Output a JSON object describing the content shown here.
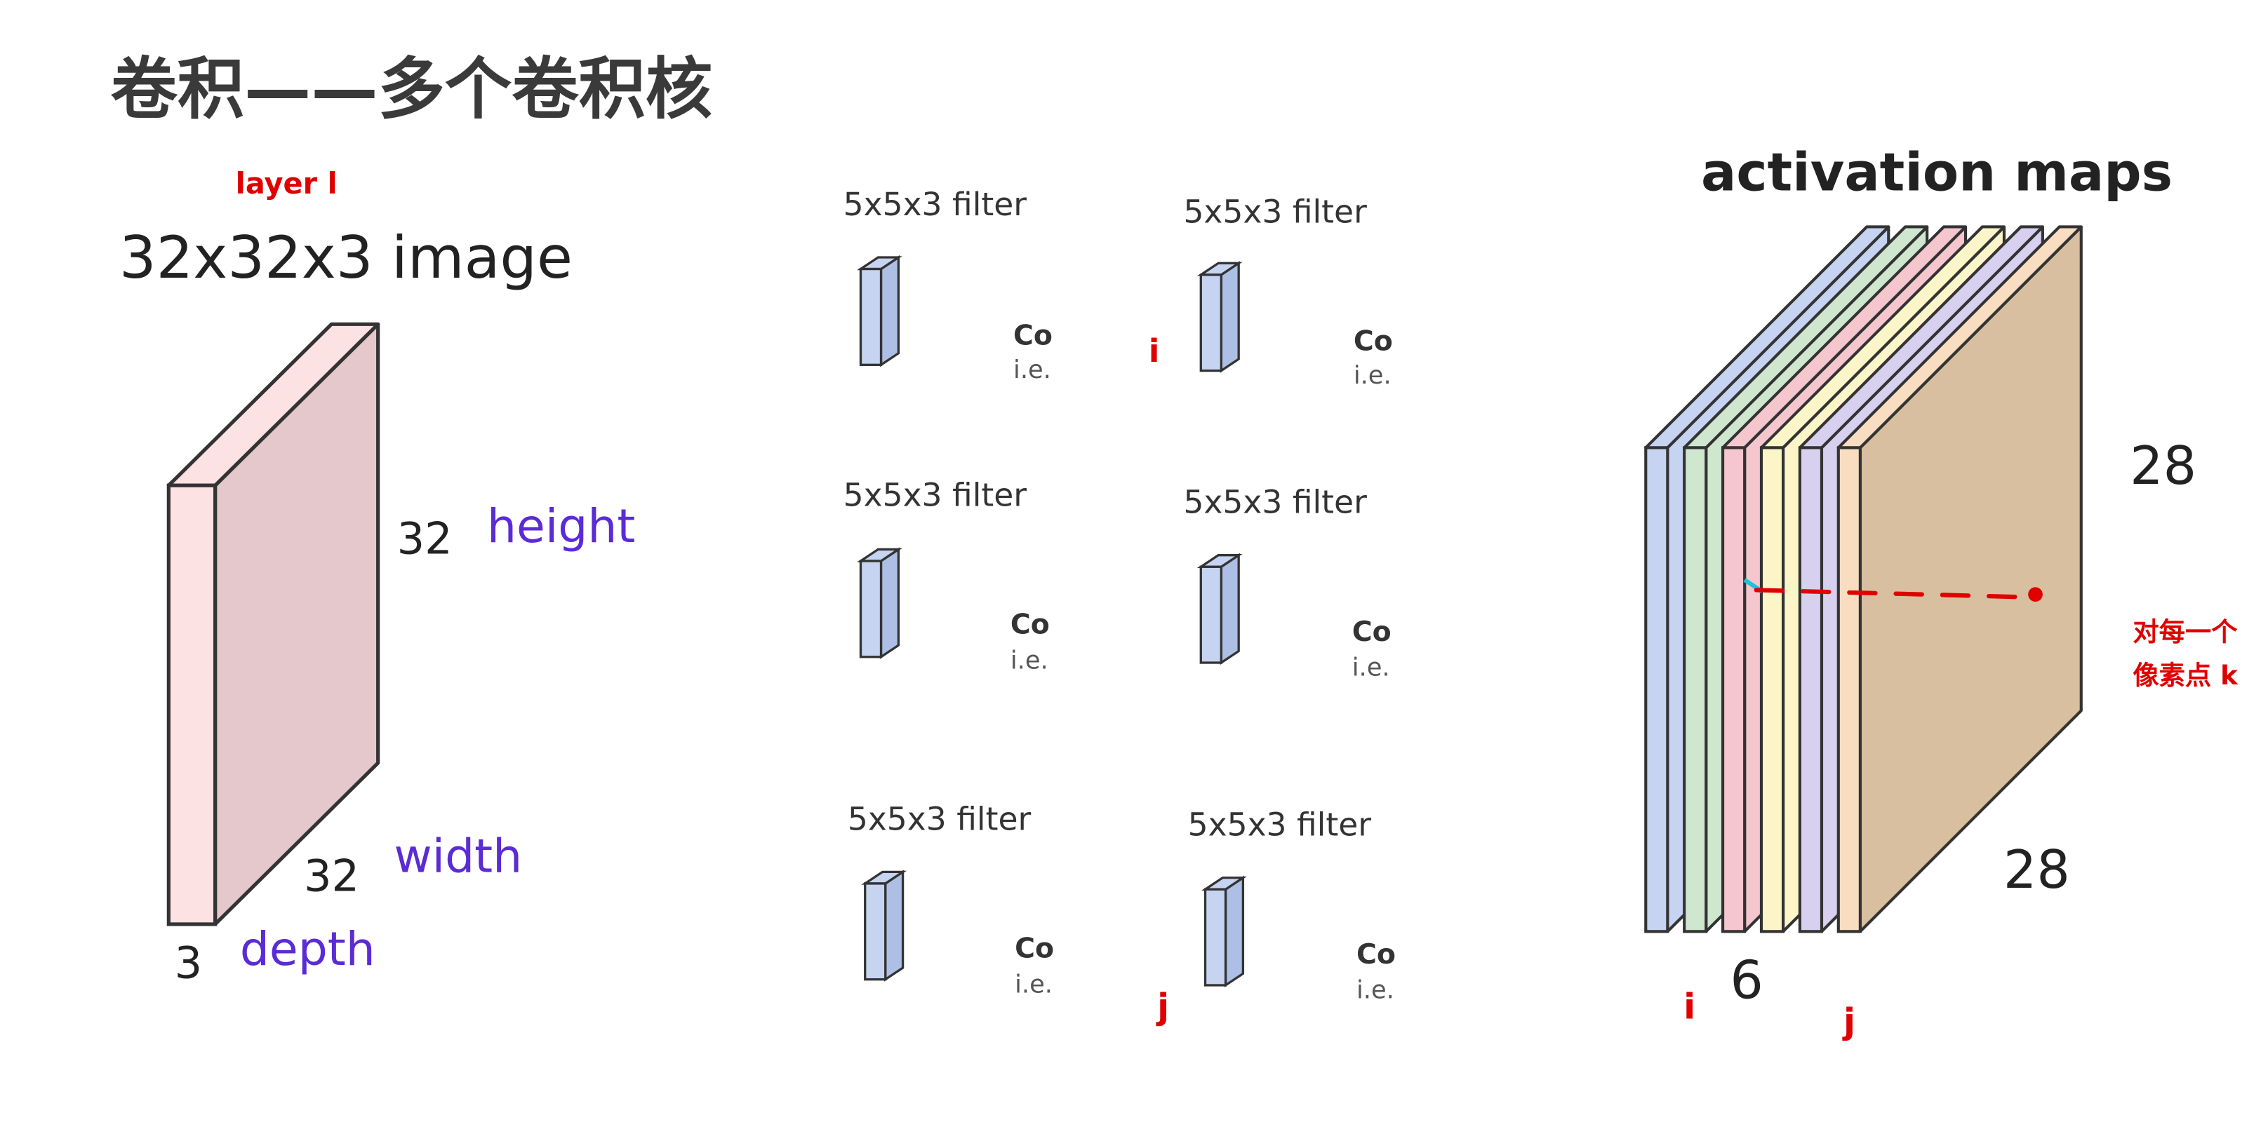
{
  "title": "卷积——多个卷积核",
  "layer_label": "layer l",
  "input_volume": {
    "caption": "32x32x3 image",
    "height_value": "32",
    "height_label": "height",
    "width_value": "32",
    "width_label": "width",
    "depth_value": "3",
    "depth_label": "depth",
    "front_color": "#fde2e4",
    "side_color": "#e5c8cc"
  },
  "filters": [
    {
      "label": "5x5x3 filter",
      "co": "Co",
      "ie": "i.e."
    },
    {
      "label": "5x5x3 filter",
      "co": "Co",
      "ie": "i.e."
    },
    {
      "label": "5x5x3 filter",
      "co": "Co",
      "ie": "i.e."
    },
    {
      "label": "5x5x3 filter",
      "co": "Co",
      "ie": "i.e."
    },
    {
      "label": "5x5x3 filter",
      "co": "Co",
      "ie": "i.e."
    },
    {
      "label": "5x5x3 filter",
      "co": "Co",
      "ie": "i.e."
    }
  ],
  "filter_color": "#c6d4f2",
  "filter_markers": {
    "i": "i",
    "j": "j"
  },
  "activation_maps": {
    "title": "activation maps",
    "height_value": "28",
    "width_value": "28",
    "depth_value": "6",
    "marker_i": "i",
    "marker_j": "j",
    "annotation_line1": "对每一个",
    "annotation_line2": "像素点 k",
    "slice_colors": [
      "#c6d4f2",
      "#cfe6cf",
      "#f6c6cf",
      "#fbf5c8",
      "#d7d0ee",
      "#f9ddc0"
    ],
    "last_slice_side": "#d8bfa0",
    "pointer_color": "#e00000"
  }
}
